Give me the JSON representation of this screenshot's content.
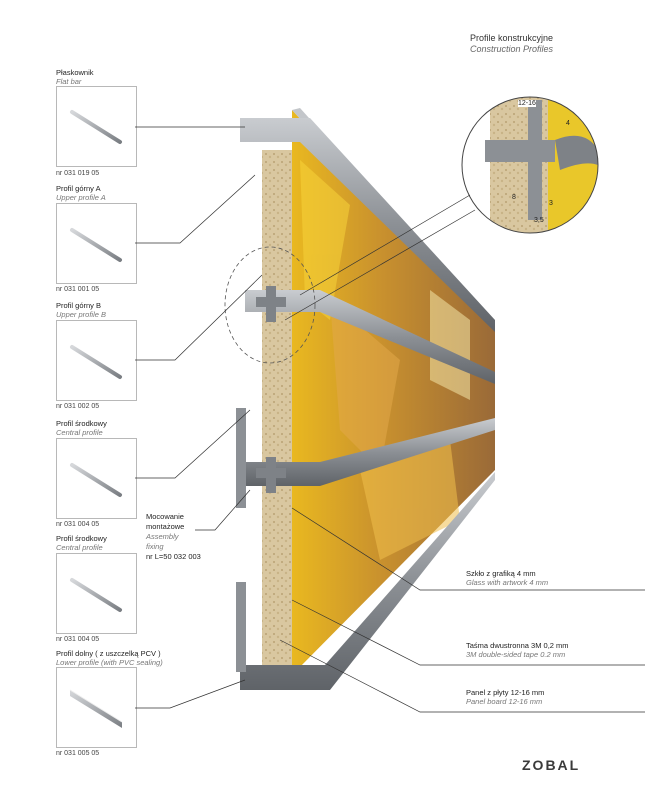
{
  "header": {
    "title_pl": "Profile konstrukcyjne",
    "title_en": "Construction Profiles"
  },
  "profiles": [
    {
      "name_pl": "Płaskownik",
      "name_en": "Flat bar",
      "code": "nr 031 019 05"
    },
    {
      "name_pl": "Profil górny A",
      "name_en": "Upper profile A",
      "code": "nr 031 001 05"
    },
    {
      "name_pl": "Profil górny B",
      "name_en": "Upper profile B",
      "code": "nr 031 002 05"
    },
    {
      "name_pl": "Profil środkowy",
      "name_en": "Central profile",
      "code": "nr 031 004 05"
    },
    {
      "name_pl": "Profil środkowy",
      "name_en": "Central profile",
      "code": "nr 031 004 05"
    },
    {
      "name_pl": "Profil dolny ( z uszczelką PCV )",
      "name_en": "Lower profile (with PVC sealing)",
      "code": "nr 031 005 05"
    }
  ],
  "fixing": {
    "l1": "Mocowanie",
    "l2": "montażowe",
    "l3": "Assembly",
    "l4": "fixing",
    "l5": "nr L=50 032 003"
  },
  "layers": [
    {
      "pl": "Szkło z grafiką 4 mm",
      "en": "Glass with artwork 4 mm"
    },
    {
      "pl": "Taśma dwustronna 3M 0,2 mm",
      "en": "3M double-sided tape 0.2 mm"
    },
    {
      "pl": "Panel z płyty 12-16 mm",
      "en": "Panel board 12-16 mm"
    }
  ],
  "detail": {
    "dim_top": "12-16",
    "dim_right": "4",
    "dim_left": "8",
    "dim_b1": "3",
    "dim_b2": "3,5"
  },
  "brand": {
    "logo": "ZOBAL"
  },
  "colors": {
    "aluminium": "#8c9095",
    "board": "#d9c7a0",
    "glass_yellow": "#e9b820",
    "glass_brown": "#b07a3a"
  }
}
